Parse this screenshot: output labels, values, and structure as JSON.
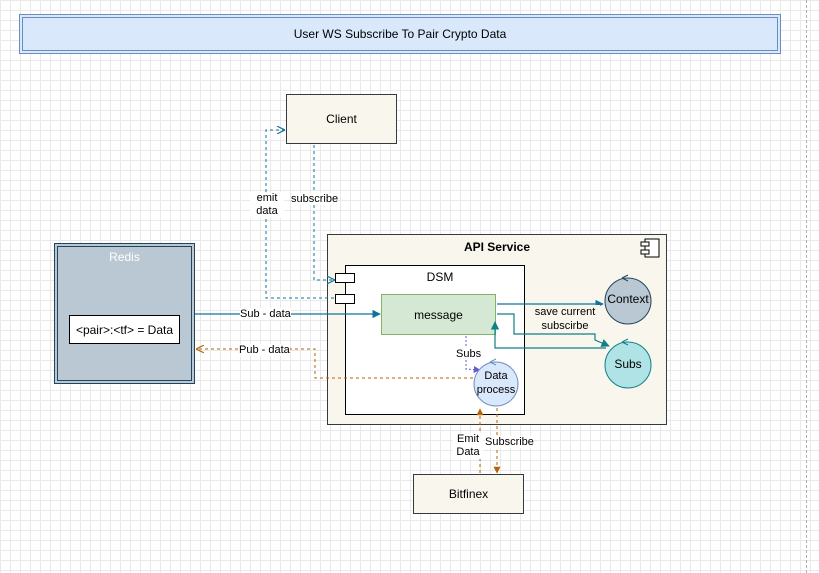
{
  "title": "User WS Subscribe To Pair Crypto Data",
  "client": "Client",
  "redis": {
    "title": "Redis",
    "entry": "<pair>:<tf> = Data"
  },
  "api_service": {
    "title": "API Service"
  },
  "dsm": {
    "title": "DSM",
    "message": "message",
    "data_process": [
      "Data",
      "process"
    ]
  },
  "context": "Context",
  "subs": "Subs",
  "bitfinex": "Bitfinex",
  "labels": {
    "emit_data_client": [
      "emit",
      "data"
    ],
    "subscribe_client": "subscribe",
    "sub_data": "Sub - data",
    "pub_data": "Pub - data",
    "save_current": [
      "save current",
      "subscirbe"
    ],
    "subs_edge": "Subs",
    "emit_data_bitfinex": [
      "Emit",
      "Data"
    ],
    "subscribe_bitfinex": "Subscribe"
  },
  "colors": {
    "teal": "#10739e",
    "dark_teal": "#0e8088",
    "orange": "#b46504",
    "title_fill": "#dae8fc",
    "message_fill": "#d5e8d4",
    "context_fill": "#bac8d3",
    "subs_fill": "#b0e3e6",
    "data_process_fill": "#dae8fc"
  }
}
